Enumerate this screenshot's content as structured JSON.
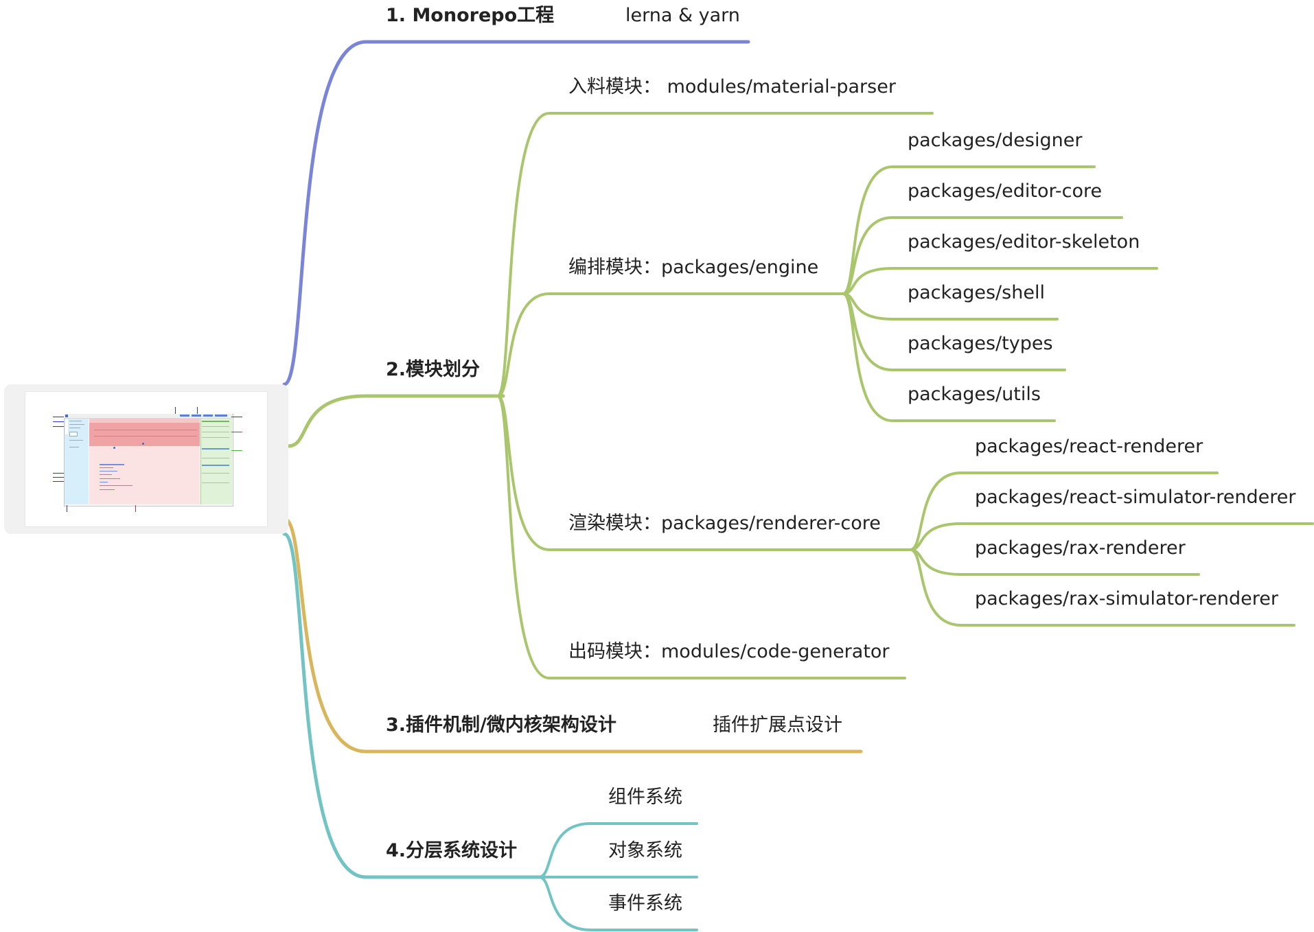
{
  "root": {
    "kind": "embedded screenshot of low-code editor layout",
    "callouts_left": [
      "",
      "",
      "",
      "",
      "",
      ""
    ],
    "callouts_top": [
      "",
      ""
    ],
    "callouts_bottom": [
      "",
      ""
    ]
  },
  "branches": [
    {
      "id": "monorepo",
      "label": "1. Monorepo工程",
      "color": "#7b85d8",
      "children": [
        {
          "label": "lerna & yarn"
        }
      ]
    },
    {
      "id": "modules",
      "label": "2.模块划分",
      "color": "#a9c66c",
      "children": [
        {
          "label": "入料模块： modules/material-parser",
          "children": []
        },
        {
          "label": "编排模块：packages/engine",
          "children": [
            {
              "label": "packages/designer"
            },
            {
              "label": "packages/editor-core"
            },
            {
              "label": "packages/editor-skeleton"
            },
            {
              "label": "packages/shell"
            },
            {
              "label": "packages/types"
            },
            {
              "label": "packages/utils"
            }
          ]
        },
        {
          "label": "渲染模块：packages/renderer-core",
          "children": [
            {
              "label": "packages/react-renderer"
            },
            {
              "label": "packages/react-simulator-renderer"
            },
            {
              "label": "packages/rax-renderer"
            },
            {
              "label": "packages/rax-simulator-renderer"
            }
          ]
        },
        {
          "label": "出码模块：modules/code-generator",
          "children": []
        }
      ]
    },
    {
      "id": "plugins",
      "label": "3.插件机制/微内核架构设计",
      "color": "#d9b65c",
      "children": [
        {
          "label": "插件扩展点设计"
        }
      ]
    },
    {
      "id": "layers",
      "label": "4.分层系统设计",
      "color": "#72c4c4",
      "children": [
        {
          "label": "组件系统"
        },
        {
          "label": "对象系统"
        },
        {
          "label": "事件系统"
        }
      ]
    }
  ]
}
